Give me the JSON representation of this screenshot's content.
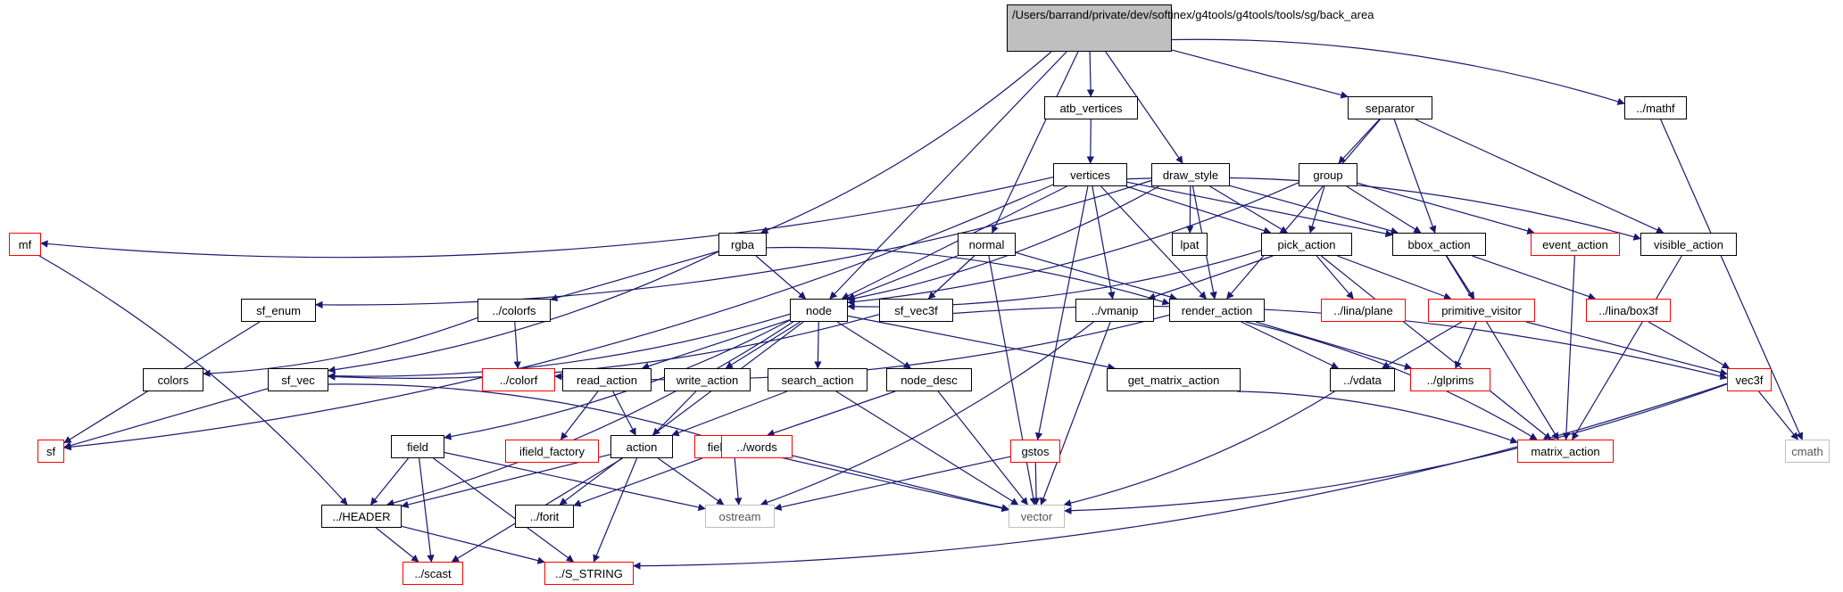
{
  "diagram": {
    "root": {
      "id": "root",
      "lines": [
        "/Users/barrand/private",
        "/dev/softinex/g4tools",
        "/g4tools/tools/sg/back_area"
      ]
    },
    "nodes": [
      {
        "id": "atb_vertices",
        "label": "atb_vertices",
        "style": "black"
      },
      {
        "id": "draw_style",
        "label": "draw_style",
        "style": "black"
      },
      {
        "id": "separator",
        "label": "separator",
        "style": "black"
      },
      {
        "id": "mathf",
        "label": "../mathf",
        "style": "black"
      },
      {
        "id": "vertices",
        "label": "vertices",
        "style": "black"
      },
      {
        "id": "group",
        "label": "group",
        "style": "black"
      },
      {
        "id": "mf",
        "label": "mf",
        "style": "red"
      },
      {
        "id": "rgba",
        "label": "rgba",
        "style": "black"
      },
      {
        "id": "normal",
        "label": "normal",
        "style": "black"
      },
      {
        "id": "lpat",
        "label": "lpat",
        "style": "black"
      },
      {
        "id": "pick_action",
        "label": "pick_action",
        "style": "black"
      },
      {
        "id": "bbox_action",
        "label": "bbox_action",
        "style": "black"
      },
      {
        "id": "event_action",
        "label": "event_action",
        "style": "red"
      },
      {
        "id": "visible_action",
        "label": "visible_action",
        "style": "black"
      },
      {
        "id": "sf_enum",
        "label": "sf_enum",
        "style": "black"
      },
      {
        "id": "colorfs",
        "label": "../colorfs",
        "style": "black"
      },
      {
        "id": "node",
        "label": "node",
        "style": "black"
      },
      {
        "id": "sf_vec3f",
        "label": "sf_vec3f",
        "style": "black"
      },
      {
        "id": "vmanip",
        "label": "../vmanip",
        "style": "black"
      },
      {
        "id": "render_action",
        "label": "render_action",
        "style": "black"
      },
      {
        "id": "lina_plane",
        "label": "../lina/plane",
        "style": "red"
      },
      {
        "id": "primitive_visitor",
        "label": "primitive_visitor",
        "style": "red"
      },
      {
        "id": "lina_box3f",
        "label": "../lina/box3f",
        "style": "red"
      },
      {
        "id": "colors",
        "label": "colors",
        "style": "black"
      },
      {
        "id": "sf_vec",
        "label": "sf_vec",
        "style": "black"
      },
      {
        "id": "colorf",
        "label": "../colorf",
        "style": "red"
      },
      {
        "id": "read_action",
        "label": "read_action",
        "style": "black"
      },
      {
        "id": "write_action",
        "label": "write_action",
        "style": "black"
      },
      {
        "id": "search_action",
        "label": "search_action",
        "style": "black"
      },
      {
        "id": "node_desc",
        "label": "node_desc",
        "style": "black"
      },
      {
        "id": "get_matrix_action",
        "label": "get_matrix_action",
        "style": "black"
      },
      {
        "id": "vdata",
        "label": "../vdata",
        "style": "black"
      },
      {
        "id": "glprims",
        "label": "../glprims",
        "style": "red"
      },
      {
        "id": "vec3f",
        "label": "vec3f",
        "style": "red"
      },
      {
        "id": "sf",
        "label": "sf",
        "style": "red"
      },
      {
        "id": "field",
        "label": "field",
        "style": "black"
      },
      {
        "id": "ifield_factory",
        "label": "ifield_factory",
        "style": "red"
      },
      {
        "id": "action",
        "label": "action",
        "style": "black"
      },
      {
        "id": "field_desc",
        "label": "field_desc",
        "style": "red"
      },
      {
        "id": "words",
        "label": "../words",
        "style": "red"
      },
      {
        "id": "gstos",
        "label": "gstos",
        "style": "red"
      },
      {
        "id": "matrix_action",
        "label": "matrix_action",
        "style": "red"
      },
      {
        "id": "cmath",
        "label": "cmath",
        "style": "gray"
      },
      {
        "id": "HEADER",
        "label": "../HEADER",
        "style": "black"
      },
      {
        "id": "forit",
        "label": "../forit",
        "style": "black"
      },
      {
        "id": "ostream",
        "label": "ostream",
        "style": "gray"
      },
      {
        "id": "vector",
        "label": "vector",
        "style": "gray"
      },
      {
        "id": "scast",
        "label": "../scast",
        "style": "red"
      },
      {
        "id": "S_STRING",
        "label": "../S_STRING",
        "style": "red"
      }
    ],
    "edges": [
      [
        "root",
        "atb_vertices"
      ],
      [
        "root",
        "draw_style"
      ],
      [
        "root",
        "separator"
      ],
      [
        "root",
        "mathf"
      ],
      [
        "root",
        "rgba"
      ],
      [
        "root",
        "node"
      ],
      [
        "root",
        "normal"
      ],
      [
        "atb_vertices",
        "vertices"
      ],
      [
        "mathf",
        "cmath"
      ],
      [
        "separator",
        "group"
      ],
      [
        "separator",
        "bbox_action"
      ],
      [
        "separator",
        "visible_action"
      ],
      [
        "separator",
        "render_action"
      ],
      [
        "vertices",
        "mf"
      ],
      [
        "vertices",
        "node"
      ],
      [
        "vertices",
        "pick_action"
      ],
      [
        "vertices",
        "bbox_action"
      ],
      [
        "vertices",
        "visible_action"
      ],
      [
        "vertices",
        "vmanip"
      ],
      [
        "vertices",
        "render_action"
      ],
      [
        "vertices",
        "gstos"
      ],
      [
        "vertices",
        "sf"
      ],
      [
        "draw_style",
        "lpat"
      ],
      [
        "draw_style",
        "pick_action"
      ],
      [
        "draw_style",
        "bbox_action"
      ],
      [
        "draw_style",
        "render_action"
      ],
      [
        "draw_style",
        "node"
      ],
      [
        "draw_style",
        "sf_enum"
      ],
      [
        "group",
        "pick_action"
      ],
      [
        "group",
        "event_action"
      ],
      [
        "group",
        "node"
      ],
      [
        "group",
        "bbox_action"
      ],
      [
        "mf",
        "HEADER"
      ],
      [
        "rgba",
        "colorfs"
      ],
      [
        "rgba",
        "node"
      ],
      [
        "rgba",
        "sf_vec"
      ],
      [
        "rgba",
        "render_action"
      ],
      [
        "normal",
        "node"
      ],
      [
        "normal",
        "sf_vec3f"
      ],
      [
        "normal",
        "render_action"
      ],
      [
        "normal",
        "vector"
      ],
      [
        "pick_action",
        "lina_plane"
      ],
      [
        "pick_action",
        "primitive_visitor"
      ],
      [
        "pick_action",
        "vmanip"
      ],
      [
        "pick_action",
        "matrix_action"
      ],
      [
        "pick_action",
        "node"
      ],
      [
        "bbox_action",
        "primitive_visitor"
      ],
      [
        "bbox_action",
        "lina_box3f"
      ],
      [
        "bbox_action",
        "matrix_action"
      ],
      [
        "event_action",
        "matrix_action"
      ],
      [
        "visible_action",
        "matrix_action"
      ],
      [
        "sf_enum",
        "sf"
      ],
      [
        "colorfs",
        "colorf"
      ],
      [
        "colorfs",
        "colors"
      ],
      [
        "node",
        "sf_vec"
      ],
      [
        "node",
        "field"
      ],
      [
        "node",
        "read_action"
      ],
      [
        "node",
        "write_action"
      ],
      [
        "node",
        "search_action"
      ],
      [
        "node",
        "node_desc"
      ],
      [
        "node",
        "get_matrix_action"
      ],
      [
        "node",
        "HEADER"
      ],
      [
        "node",
        "forit"
      ],
      [
        "sf_vec3f",
        "sf_vec"
      ],
      [
        "sf_vec3f",
        "vec3f"
      ],
      [
        "vmanip",
        "ostream"
      ],
      [
        "vmanip",
        "vector"
      ],
      [
        "render_action",
        "vdata"
      ],
      [
        "render_action",
        "glprims"
      ],
      [
        "render_action",
        "matrix_action"
      ],
      [
        "render_action",
        "colorf"
      ],
      [
        "primitive_visitor",
        "vdata"
      ],
      [
        "primitive_visitor",
        "glprims"
      ],
      [
        "primitive_visitor",
        "vec3f"
      ],
      [
        "lina_box3f",
        "vec3f"
      ],
      [
        "sf_vec",
        "sf"
      ],
      [
        "sf_vec",
        "words"
      ],
      [
        "read_action",
        "ifield_factory"
      ],
      [
        "read_action",
        "action"
      ],
      [
        "write_action",
        "action"
      ],
      [
        "search_action",
        "action"
      ],
      [
        "search_action",
        "vector"
      ],
      [
        "node_desc",
        "field_desc"
      ],
      [
        "node_desc",
        "vector"
      ],
      [
        "get_matrix_action",
        "matrix_action"
      ],
      [
        "vdata",
        "vector"
      ],
      [
        "vec3f",
        "cmath"
      ],
      [
        "vec3f",
        "vector"
      ],
      [
        "vec3f",
        "S_STRING"
      ],
      [
        "field",
        "HEADER"
      ],
      [
        "field",
        "scast"
      ],
      [
        "field",
        "S_STRING"
      ],
      [
        "field",
        "ostream"
      ],
      [
        "action",
        "HEADER"
      ],
      [
        "action",
        "ostream"
      ],
      [
        "action",
        "scast"
      ],
      [
        "action",
        "S_STRING"
      ],
      [
        "field_desc",
        "forit"
      ],
      [
        "field_desc",
        "ostream"
      ],
      [
        "field_desc",
        "vector"
      ],
      [
        "words",
        "vector"
      ],
      [
        "gstos",
        "ostream"
      ],
      [
        "gstos",
        "vector"
      ],
      [
        "HEADER",
        "scast"
      ],
      [
        "HEADER",
        "S_STRING"
      ]
    ],
    "colors": {
      "edge": "#191970",
      "node_border": "#000000",
      "external_border": "#ff0000",
      "system_border": "#bfbfbf",
      "root_fill": "#bfbfbf"
    }
  }
}
